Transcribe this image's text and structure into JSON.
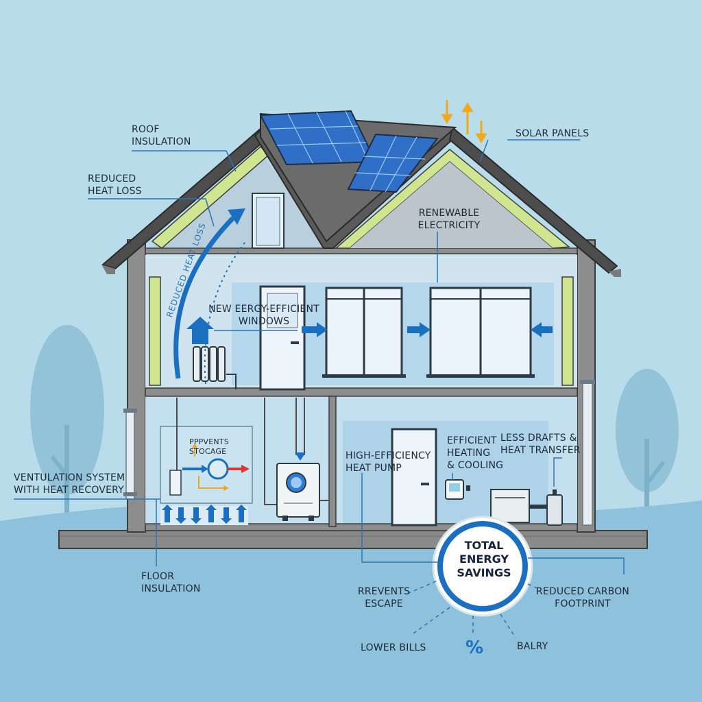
{
  "labels": {
    "roof_insulation": [
      "ROOF",
      "INSULATION"
    ],
    "reduced_heat_loss": [
      "REDUCED",
      "HEAT LOSS"
    ],
    "solar_panels": "SOLAR PANELS",
    "renewable_electricity": [
      "RENEWABLE",
      "ELECTRICITY"
    ],
    "curve_text": "REDUCED HEAT LOSS",
    "windows": [
      "NEW EERGY-EFFICIENT",
      "WINDOWS"
    ],
    "prevents_storage": [
      "PPPVENTS",
      "STOCAGE"
    ],
    "ventilation": [
      "VENTULATION SYSTEM",
      "WITH HEAT RECOVERY"
    ],
    "heat_pump": [
      "HIGH-EFFICIENCY",
      "HEAT PUMP"
    ],
    "efficient_heating": [
      "EFFICIENT",
      "HEATING",
      "& COOLING"
    ],
    "less_drafts": [
      "LESS DRAFTS &",
      "HEAT TRANSFER"
    ],
    "floor_insulation": [
      "FLOOR",
      "INSULATION"
    ],
    "total_savings": [
      "TOTAL",
      "ENERGY",
      "SAVINGS"
    ],
    "prevents_escape": [
      "RREVENTS",
      "ESCAPE"
    ],
    "reduced_carbon": [
      "REDUCED CARBON",
      "FOOTPRINT"
    ],
    "lower_bills": "LOWER BILLS",
    "balry": "BALRY",
    "percent": "%"
  },
  "colors": {
    "sky": "#b9dcea",
    "ground": "#8ec2dc",
    "wall": "#8d8d8d",
    "roof": "#5a5a5a",
    "insulation": "#cfe58f",
    "accent_blue": "#1a6fc0",
    "arrow_orange": "#f2a81d",
    "arrow_red": "#e2332c"
  }
}
